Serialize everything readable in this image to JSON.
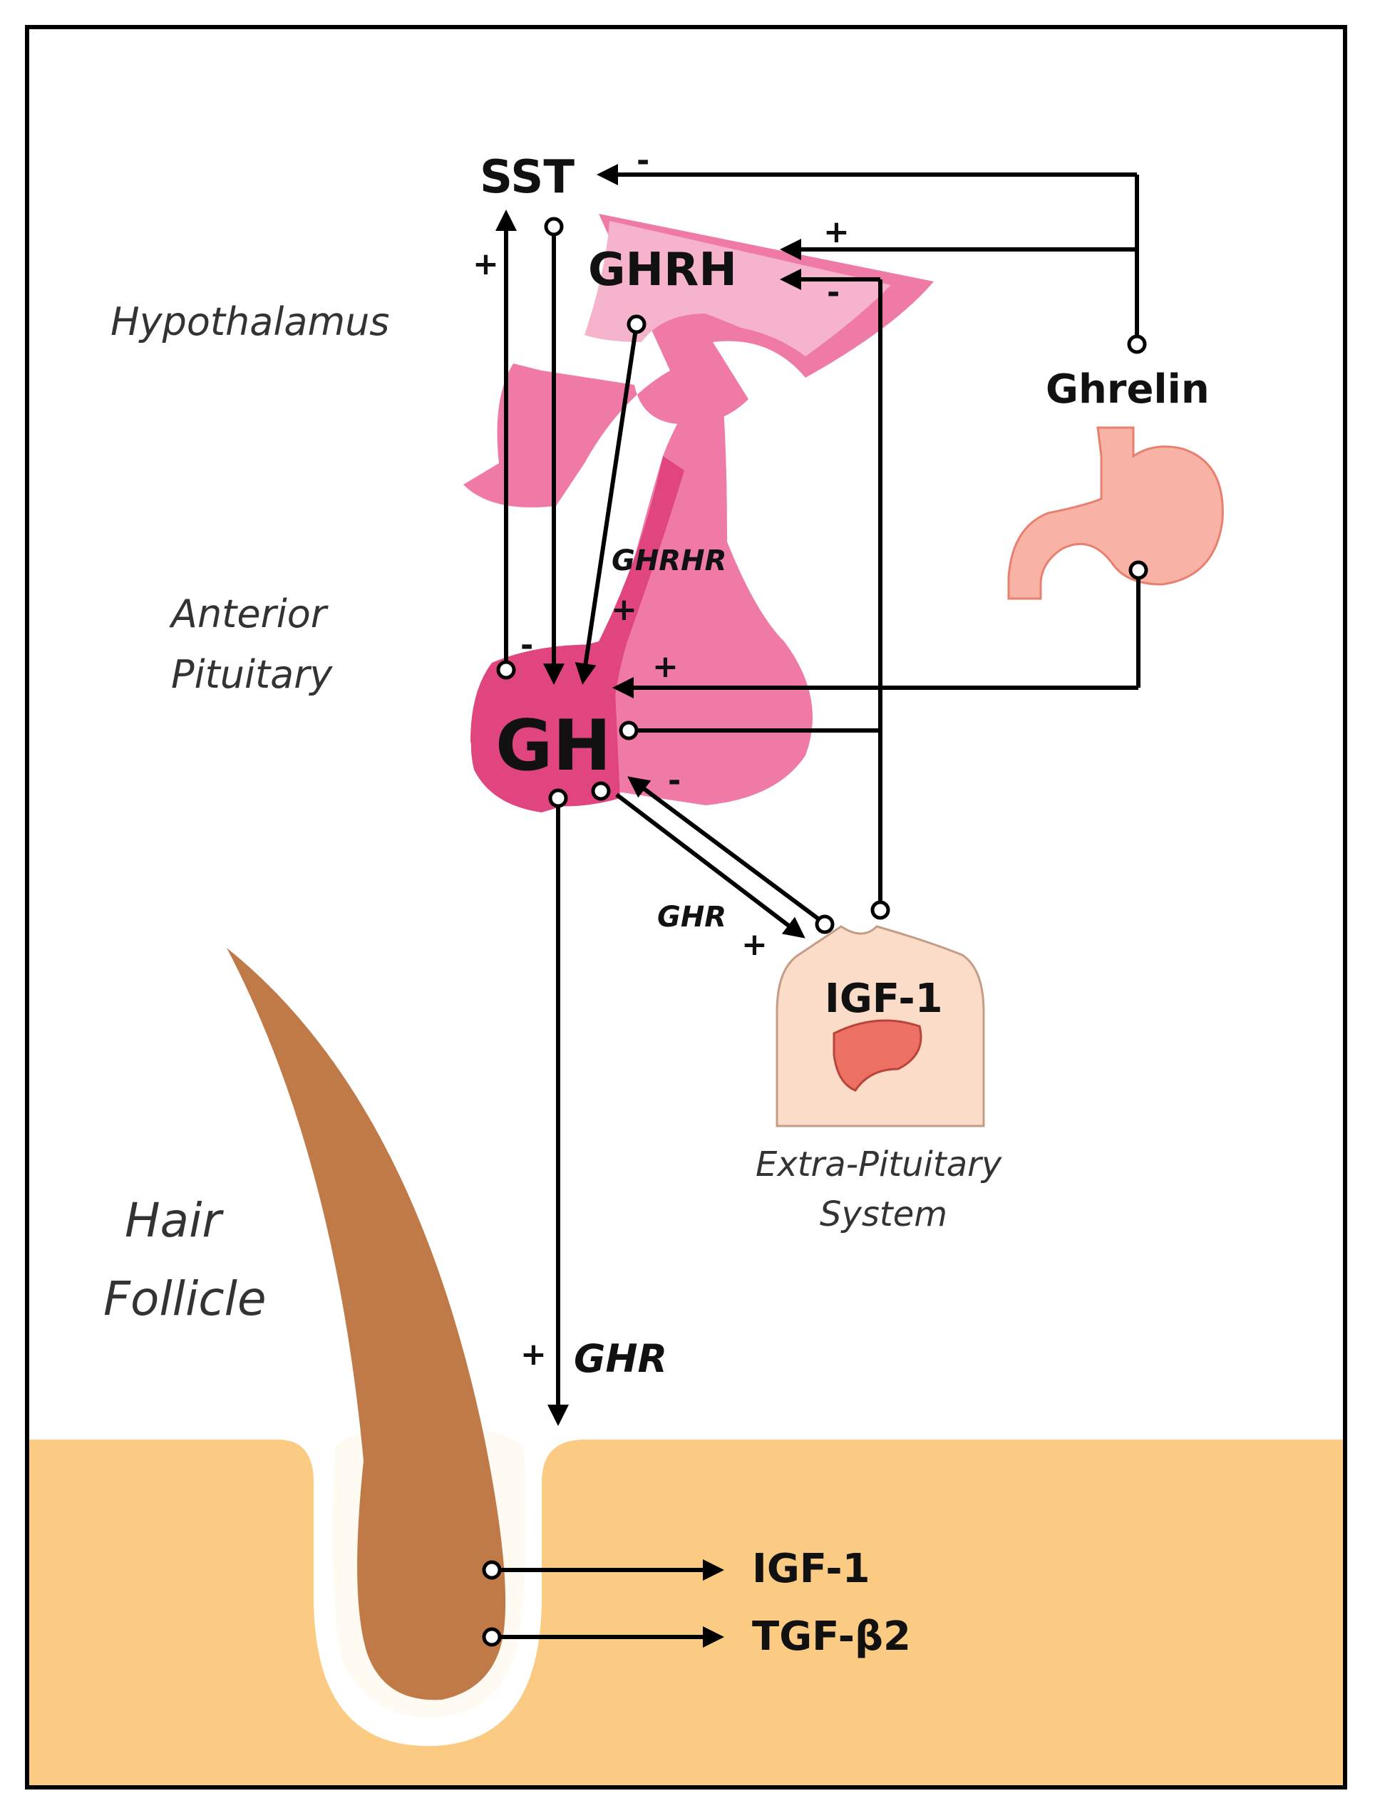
{
  "hormones": {
    "sst": "SST",
    "ghrh": "GHRH",
    "ghrelin": "Ghrelin",
    "gh": "GH",
    "igf1_liver": "IGF-1",
    "igf1_follicle": "IGF-1",
    "tgfb2": "TGF-β2"
  },
  "regions": {
    "hypothalamus": "Hypothalamus",
    "anterior_pituitary_1": "Anterior",
    "anterior_pituitary_2": "Pituitary",
    "extra_pituitary_1": "Extra-Pituitary",
    "extra_pituitary_2": "System",
    "hair_follicle_1": "Hair",
    "hair_follicle_2": "Follicle"
  },
  "receptors": {
    "ghrhr": "GHRHR",
    "ghr_liver": "GHR",
    "ghr_follicle": "GHR"
  },
  "signs": {
    "plus": "+",
    "minus": "-"
  },
  "colors": {
    "pituitary_dark": "#e0457f",
    "pituitary_mid": "#f07aa6",
    "pituitary_light": "#f6b4cc",
    "skin": "#fbcb83",
    "hair": "#c07a48",
    "body": "#fbdcc8",
    "liver": "#ec7063",
    "stomach": "#f8b3a6"
  }
}
